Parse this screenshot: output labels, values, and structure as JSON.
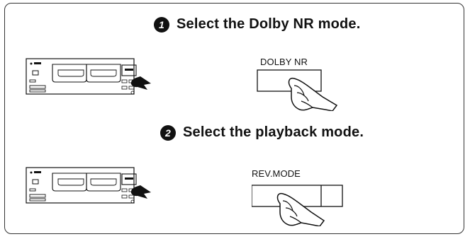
{
  "steps": [
    {
      "number": "1",
      "instruction": "Select the Dolby NR mode.",
      "button_label": "DOLBY NR"
    },
    {
      "number": "2",
      "instruction": "Select the playback mode.",
      "button_label": "REV.MODE"
    }
  ],
  "icons": {
    "step_badge": "numbered-circle-icon",
    "device": "cassette-deck-icon",
    "press_arrow": "arrow-icon",
    "hand": "hand-pressing-button-icon"
  },
  "colors": {
    "ink": "#111111",
    "border": "#333333",
    "background": "#ffffff"
  }
}
